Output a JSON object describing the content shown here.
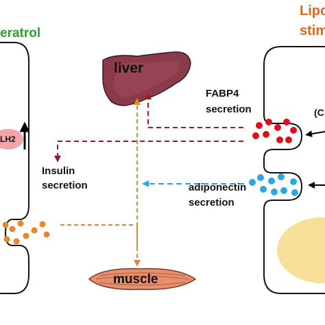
{
  "labels": {
    "left_header": "eratrol",
    "right_header_line1": "Lipo",
    "right_header_line2": "stim",
    "liver": "liver",
    "muscle": "muscle",
    "fabp4_line1": "FABP4",
    "fabp4_line2": "secretion",
    "insulin_line1": "Insulin",
    "insulin_line2": "secretion",
    "adiponectin_line1": "adiponectin",
    "adiponectin_line2": "secretion",
    "enzyme": "LH2",
    "paren": "(C"
  },
  "colors": {
    "green_text": "#2f9e2f",
    "orange_text": "#d2691e",
    "fabp4_red": "#e0101a",
    "adiponectin_blue": "#2ba6e0",
    "insulin_orange": "#e8862a",
    "dark_red_arrow": "#9b1c1c",
    "blue_arrow": "#2ba6e0",
    "orange_arrow": "#e8862a",
    "liver_fill": "#8b3a4a",
    "muscle_fill": "#e7906e",
    "nucleus_fill": "#f7df9a",
    "enzyme_fill": "#f2a5a8"
  }
}
